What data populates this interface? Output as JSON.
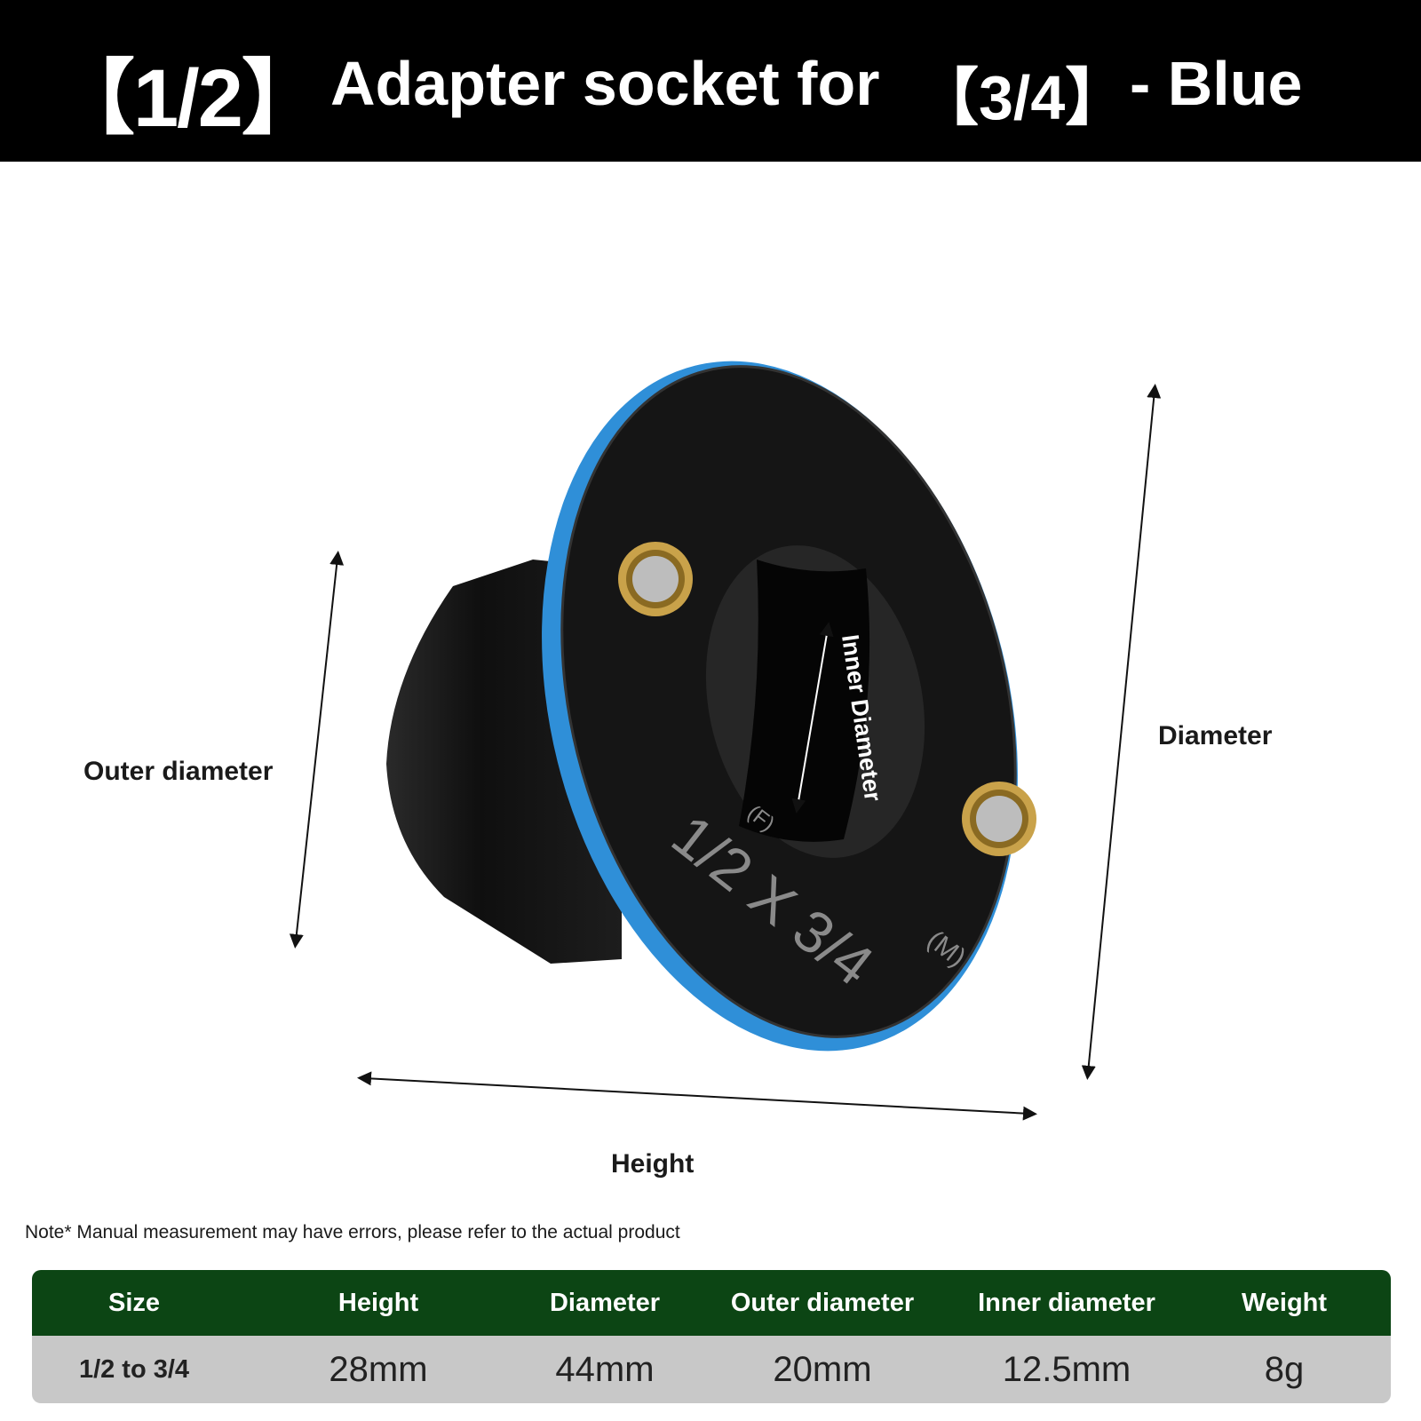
{
  "header": {
    "size_bracket": "【1/2】",
    "title": "Adapter socket for",
    "size_bracket_2": "【3/4】",
    "color_suffix": "- Blue"
  },
  "product": {
    "engraving": "1/2 X 3/4",
    "mark_f": "(F)",
    "mark_m": "(M)",
    "ring_color": "#2f8fd8",
    "body_color": "#141414",
    "magnet_color": "#c9a24a"
  },
  "dimension_labels": {
    "outer_diameter": "Outer diameter",
    "diameter": "Diameter",
    "height": "Height",
    "inner_diameter": "Inner Diameter"
  },
  "note": "Note* Manual measurement may have errors, please refer to the actual product",
  "table": {
    "header_color": "#0c4514",
    "headers": [
      "Size",
      "Height",
      "Diameter",
      "Outer diameter",
      "Inner diameter",
      "Weight"
    ],
    "rows": [
      [
        "1/2 to 3/4",
        "28mm",
        "44mm",
        "20mm",
        "12.5mm",
        "8g"
      ]
    ]
  }
}
